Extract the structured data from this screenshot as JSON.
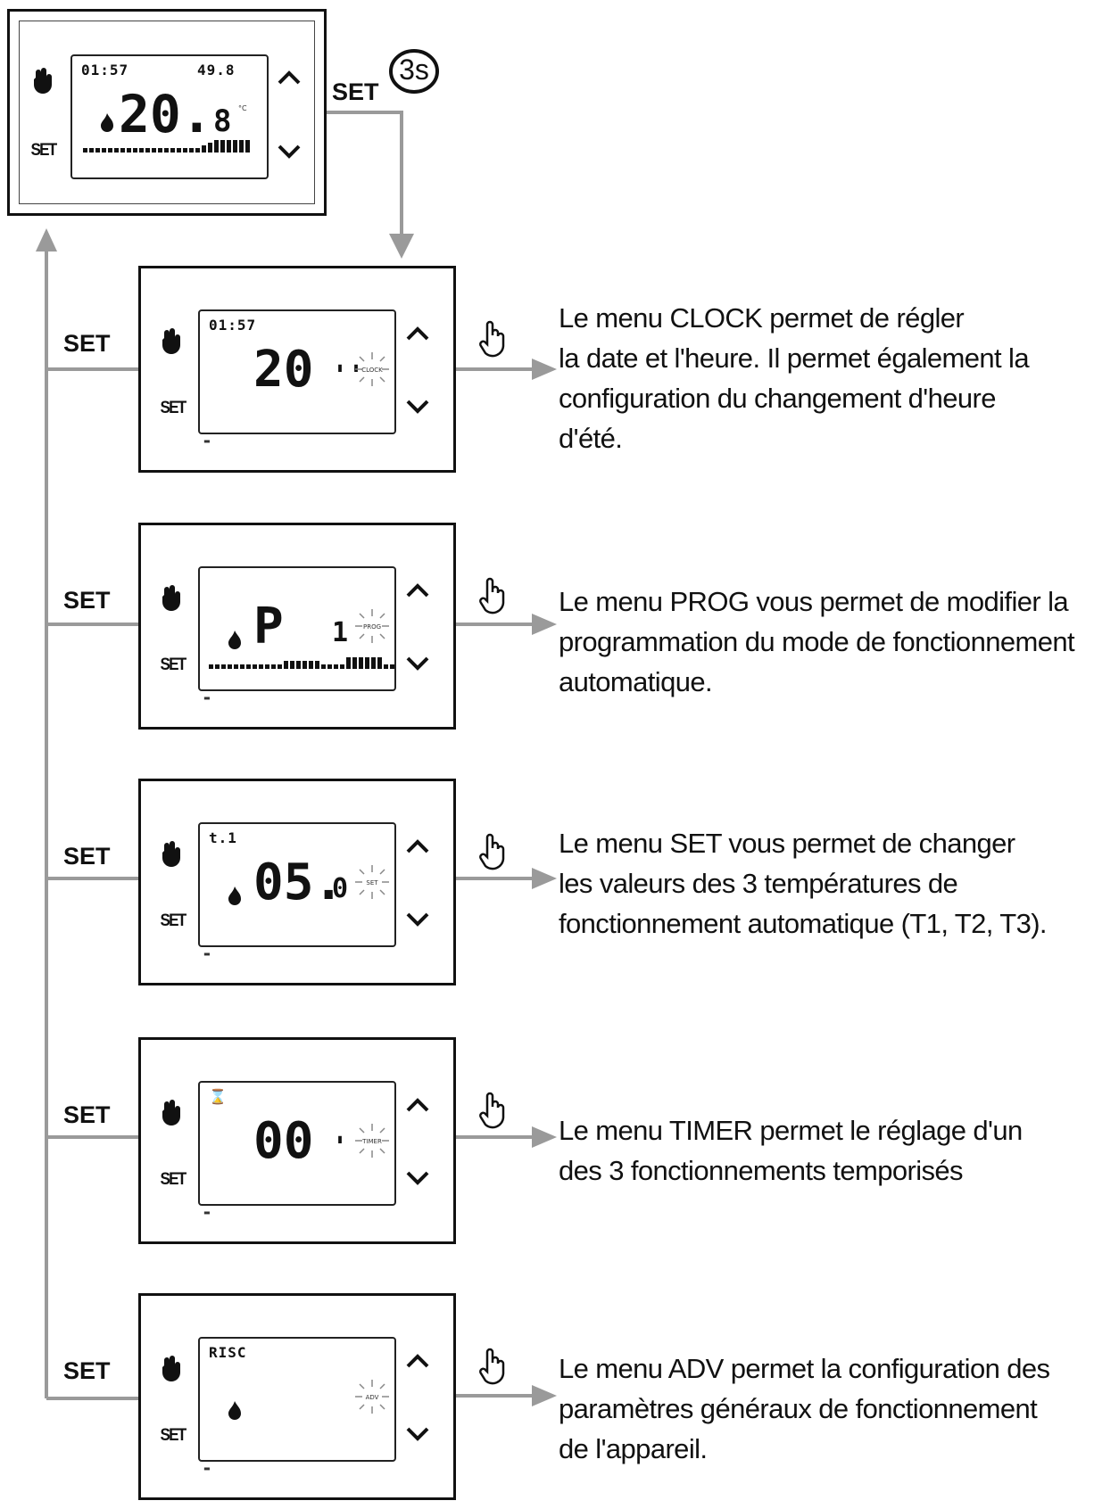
{
  "top": {
    "set_label": "SET",
    "hold_time": "3s",
    "device": {
      "time": "01:57",
      "humidity": "49.8",
      "temp_main": "20.",
      "temp_decimal": "8",
      "unit": "°C",
      "set_button": "SET"
    }
  },
  "menus": [
    {
      "id": "clock",
      "set_label": "SET",
      "screen": {
        "top": "01:57",
        "main": "20",
        "suffix": "''",
        "tag": "CLOCK"
      },
      "description": [
        "Le menu CLOCK permet de régler",
        "la date et l'heure. Il permet également la",
        "configuration du changement d'heure",
        "d'été."
      ]
    },
    {
      "id": "prog",
      "set_label": "SET",
      "screen": {
        "top": "",
        "main": "P",
        "suffix": "1",
        "tag": "PROG"
      },
      "description": [
        "Le menu PROG vous permet de modifier la",
        "programmation du mode de fonctionnement",
        "automatique."
      ]
    },
    {
      "id": "set",
      "set_label": "SET",
      "screen": {
        "top": "t.1",
        "main": "05.",
        "suffix": "0",
        "tag": "SET"
      },
      "description": [
        "Le menu SET vous permet de changer",
        "les valeurs des 3 températures de",
        "fonctionnement automatique (T1, T2, T3)."
      ]
    },
    {
      "id": "timer",
      "set_label": "SET",
      "screen": {
        "top": "⌛",
        "main": "00",
        "suffix": "'",
        "tag": "TIMER"
      },
      "description": [
        "Le menu TIMER permet le réglage d'un",
        "des 3 fonctionnements temporisés"
      ]
    },
    {
      "id": "adv",
      "set_label": "SET",
      "screen": {
        "top": "RISC",
        "main": "",
        "suffix": "",
        "tag": "ADV"
      },
      "description": [
        "Le menu ADV permet la configuration des",
        "paramètres généraux de fonctionnement",
        "de l'appareil."
      ]
    }
  ],
  "colors": {
    "line": "#9a9a9a",
    "ink": "#111111"
  }
}
